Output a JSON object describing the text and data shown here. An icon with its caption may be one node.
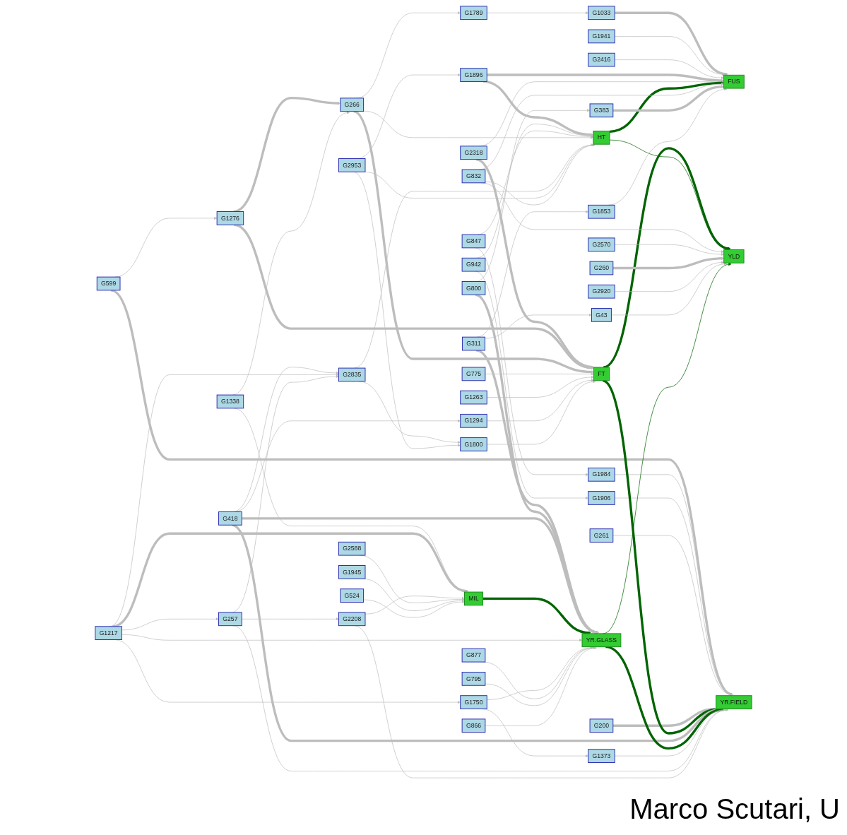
{
  "diagram": {
    "nodes": [
      {
        "text": [
          "G1033"
        ]
      },
      {
        "text": [
          "G1789"
        ]
      },
      {
        "text": [
          "G775"
        ]
      },
      {
        "text": [
          "G1263"
        ]
      },
      {
        "text": [
          "G1941"
        ]
      },
      {
        "text": [
          "G2416"
        ]
      },
      {
        "text": [
          "G847"
        ]
      },
      {
        "text": [
          "G1276"
        ]
      },
      {
        "text": [
          "G942"
        ]
      },
      {
        "text": [
          "G2318"
        ]
      },
      {
        "text": [
          "G1896"
        ]
      },
      {
        "text": [
          "G266"
        ]
      },
      {
        "text": [
          "FUS"
        ]
      },
      {
        "text": [
          "G1984"
        ]
      },
      {
        "text": [
          "G1906"
        ]
      },
      {
        "text": [
          "G599"
        ]
      },
      {
        "text": [
          "HT"
        ]
      },
      {
        "text": [
          "FT"
        ]
      },
      {
        "text": [
          "G832"
        ]
      },
      {
        "text": [
          "G2953"
        ]
      },
      {
        "text": [
          "G261"
        ]
      },
      {
        "text": [
          "G1294"
        ]
      },
      {
        "text": [
          "G1338"
        ]
      },
      {
        "text": [
          "G1853"
        ]
      },
      {
        "text": [
          "G2835"
        ]
      },
      {
        "text": [
          "G383"
        ]
      },
      {
        "text": [
          "YR.FIELD"
        ]
      },
      {
        "text": [
          "G200"
        ]
      },
      {
        "text": [
          "G1800"
        ]
      },
      {
        "text": [
          "YLD"
        ]
      },
      {
        "text": [
          "G418"
        ]
      },
      {
        "text": [
          "G2570"
        ]
      },
      {
        "text": [
          "G2208"
        ]
      },
      {
        "text": [
          "G257"
        ]
      },
      {
        "text": [
          "G311"
        ]
      },
      {
        "text": [
          "G260"
        ]
      },
      {
        "text": [
          "G800"
        ]
      },
      {
        "text": [
          "G2920"
        ]
      },
      {
        "text": [
          "G1217"
        ]
      },
      {
        "text": [
          "MIL"
        ]
      },
      {
        "text": [
          "YR.GLASS"
        ]
      },
      {
        "text": [
          "G1373"
        ]
      },
      {
        "text": [
          "G43"
        ]
      },
      {
        "text": [
          "G2588"
        ]
      },
      {
        "text": [
          "G1945"
        ]
      },
      {
        "text": [
          "G1750"
        ]
      },
      {
        "text": [
          "G524"
        ]
      },
      {
        "text": [
          "G866"
        ]
      },
      {
        "text": [
          "G877"
        ]
      },
      {
        "text": [
          "G795"
        ]
      }
    ],
    "edges": [
      {
        "from": 1,
        "to": 0,
        "arrow": "to"
      },
      {
        "from": 0,
        "to": 12,
        "arrow": "to",
        "style": "thick"
      },
      {
        "from": 4,
        "to": 12,
        "arrow": "to"
      },
      {
        "from": 5,
        "to": 12,
        "arrow": "to"
      },
      {
        "from": 10,
        "to": 12,
        "arrow": "to",
        "style": "thick"
      },
      {
        "from": 9,
        "to": 12,
        "arrow": "to"
      },
      {
        "from": 16,
        "to": 12,
        "arrow": "to",
        "style": "thick",
        "color": "#006400"
      },
      {
        "from": 19,
        "to": 10,
        "arrow": "to"
      },
      {
        "from": 10,
        "to": 16,
        "arrow": "to",
        "style": "thick"
      },
      {
        "from": 9,
        "to": 17,
        "arrow": "to",
        "style": "thick"
      },
      {
        "from": 8,
        "to": 16,
        "arrow": "to"
      },
      {
        "from": 6,
        "to": 16,
        "arrow": "to"
      },
      {
        "from": 11,
        "to": 16,
        "arrow": "to"
      },
      {
        "from": 7,
        "to": 11,
        "arrow": "to",
        "style": "thick"
      },
      {
        "from": 7,
        "to": 17,
        "arrow": "to",
        "style": "thick"
      },
      {
        "from": 11,
        "to": 17,
        "arrow": "to",
        "style": "thick"
      },
      {
        "from": 2,
        "to": 17,
        "arrow": "to"
      },
      {
        "from": 3,
        "to": 17,
        "arrow": "to"
      },
      {
        "from": 22,
        "to": 11,
        "arrow": "to"
      },
      {
        "from": 6,
        "to": 13,
        "arrow": "to"
      },
      {
        "from": 8,
        "to": 14,
        "arrow": "to"
      },
      {
        "from": 11,
        "to": 1,
        "arrow": "to"
      },
      {
        "from": 15,
        "to": 7,
        "arrow": "to"
      },
      {
        "from": 15,
        "to": 26,
        "arrow": "to",
        "style": "thick"
      },
      {
        "from": 13,
        "to": 26,
        "arrow": "to"
      },
      {
        "from": 14,
        "to": 26,
        "arrow": "to"
      },
      {
        "from": 22,
        "to": 39,
        "arrow": "to"
      },
      {
        "from": 20,
        "to": 26,
        "arrow": "to"
      },
      {
        "from": 27,
        "to": 26,
        "arrow": "to",
        "style": "thick"
      },
      {
        "from": 17,
        "to": 26,
        "arrow": "to",
        "style": "thick",
        "color": "#006400"
      },
      {
        "from": 17,
        "to": 29,
        "arrow": "to",
        "style": "thick",
        "color": "#006400"
      },
      {
        "from": 21,
        "to": 17,
        "arrow": "to"
      },
      {
        "from": 28,
        "to": 17,
        "arrow": "to"
      },
      {
        "from": 30,
        "to": 21,
        "arrow": "to"
      },
      {
        "from": 30,
        "to": 26,
        "arrow": "to",
        "style": "thick"
      },
      {
        "from": 30,
        "to": 24,
        "arrow": "to"
      },
      {
        "from": 38,
        "to": 24,
        "arrow": "to"
      },
      {
        "from": 33,
        "to": 24,
        "arrow": "to"
      },
      {
        "from": 24,
        "to": 28,
        "arrow": "to"
      },
      {
        "from": 19,
        "to": 28,
        "arrow": "to"
      },
      {
        "from": 24,
        "to": 16,
        "arrow": "to"
      },
      {
        "from": 19,
        "to": 16,
        "arrow": "to"
      },
      {
        "from": 16,
        "to": 29,
        "arrow": "to",
        "color": "#006400"
      },
      {
        "from": 18,
        "to": 16,
        "arrow": "to"
      },
      {
        "from": 18,
        "to": 12,
        "arrow": "to"
      },
      {
        "from": 18,
        "to": 29,
        "arrow": "to"
      },
      {
        "from": 25,
        "to": 12,
        "arrow": "to",
        "style": "thick"
      },
      {
        "from": 23,
        "to": 12,
        "arrow": "to"
      },
      {
        "from": 31,
        "to": 29,
        "arrow": "to"
      },
      {
        "from": 35,
        "to": 29,
        "arrow": "to",
        "style": "thick"
      },
      {
        "from": 37,
        "to": 29,
        "arrow": "to"
      },
      {
        "from": 42,
        "to": 29,
        "arrow": "to"
      },
      {
        "from": 34,
        "to": 42,
        "arrow": "to"
      },
      {
        "from": 34,
        "to": 23,
        "arrow": "to"
      },
      {
        "from": 36,
        "to": 25,
        "arrow": "to"
      },
      {
        "from": 34,
        "to": 40,
        "arrow": "to",
        "style": "thick"
      },
      {
        "from": 36,
        "to": 40,
        "arrow": "to",
        "style": "thick"
      },
      {
        "from": 40,
        "to": 29,
        "arrow": "to",
        "color": "#006400"
      },
      {
        "from": 40,
        "to": 26,
        "arrow": "to",
        "style": "thick",
        "color": "#006400"
      },
      {
        "from": 30,
        "to": 40,
        "arrow": "to",
        "style": "thick"
      },
      {
        "from": 39,
        "to": 40,
        "arrow": "to",
        "style": "thick",
        "color": "#006400"
      },
      {
        "from": 38,
        "to": 39,
        "arrow": "to",
        "style": "thick"
      },
      {
        "from": 38,
        "to": 40,
        "arrow": "to"
      },
      {
        "from": 38,
        "to": 45,
        "arrow": "to"
      },
      {
        "from": 38,
        "to": 33,
        "arrow": "to"
      },
      {
        "from": 41,
        "to": 26,
        "arrow": "to"
      },
      {
        "from": 33,
        "to": 26,
        "arrow": "to"
      },
      {
        "from": 33,
        "to": 32,
        "arrow": "to"
      },
      {
        "from": 32,
        "to": 26,
        "arrow": "to"
      },
      {
        "from": 32,
        "to": 39,
        "arrow": "to"
      },
      {
        "from": 43,
        "to": 39,
        "arrow": "to"
      },
      {
        "from": 44,
        "to": 39,
        "arrow": "to"
      },
      {
        "from": 46,
        "to": 39,
        "arrow": "to"
      },
      {
        "from": 45,
        "to": 41,
        "arrow": "to"
      },
      {
        "from": 45,
        "to": 40,
        "arrow": "to"
      },
      {
        "from": 48,
        "to": 40,
        "arrow": "to"
      },
      {
        "from": 49,
        "to": 40,
        "arrow": "to"
      },
      {
        "from": 47,
        "to": 40,
        "arrow": "to"
      }
    ],
    "labels": [
      "Marco Scutari, U"
    ]
  }
}
